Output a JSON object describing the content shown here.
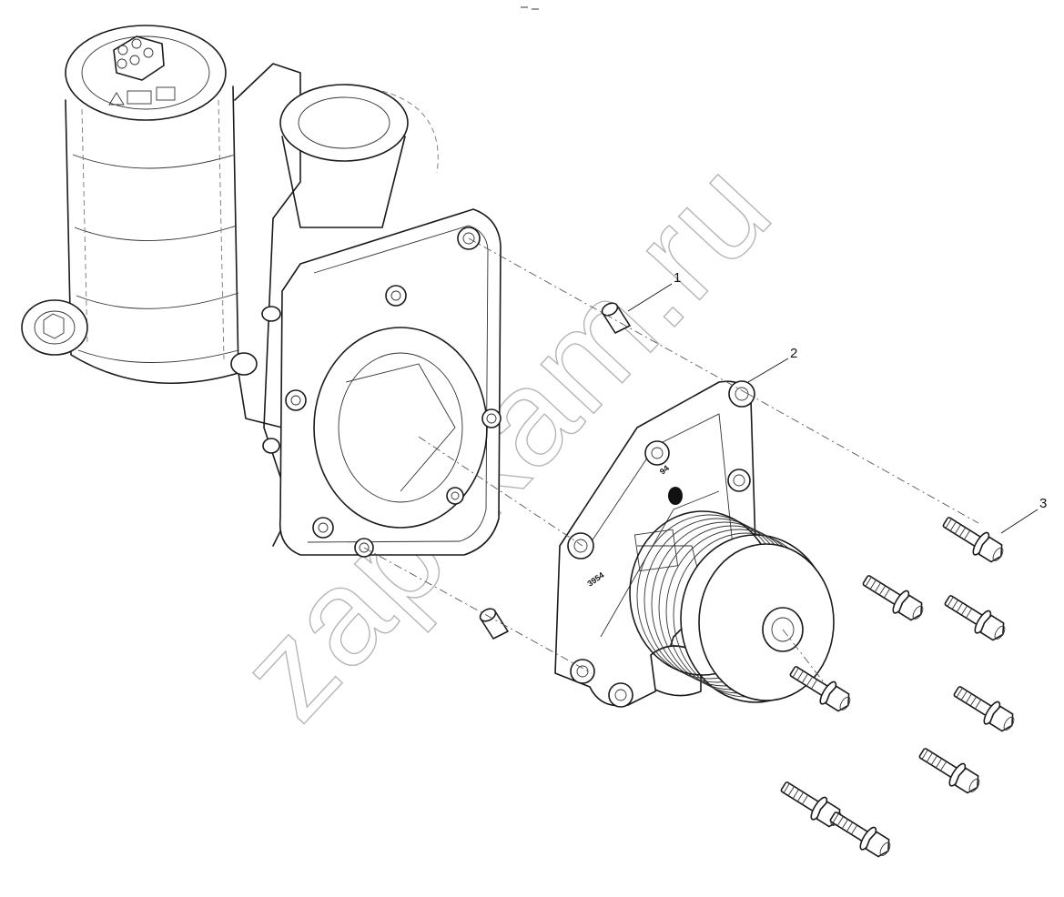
{
  "diagram": {
    "callouts": [
      {
        "id": "1",
        "text": "1"
      },
      {
        "id": "2",
        "text": "2"
      },
      {
        "id": "3",
        "text": "3"
      }
    ],
    "watermark": "zap-kam.ru",
    "stamped_marks": {
      "pump_mark": "94",
      "pump_code": "3954"
    }
  }
}
